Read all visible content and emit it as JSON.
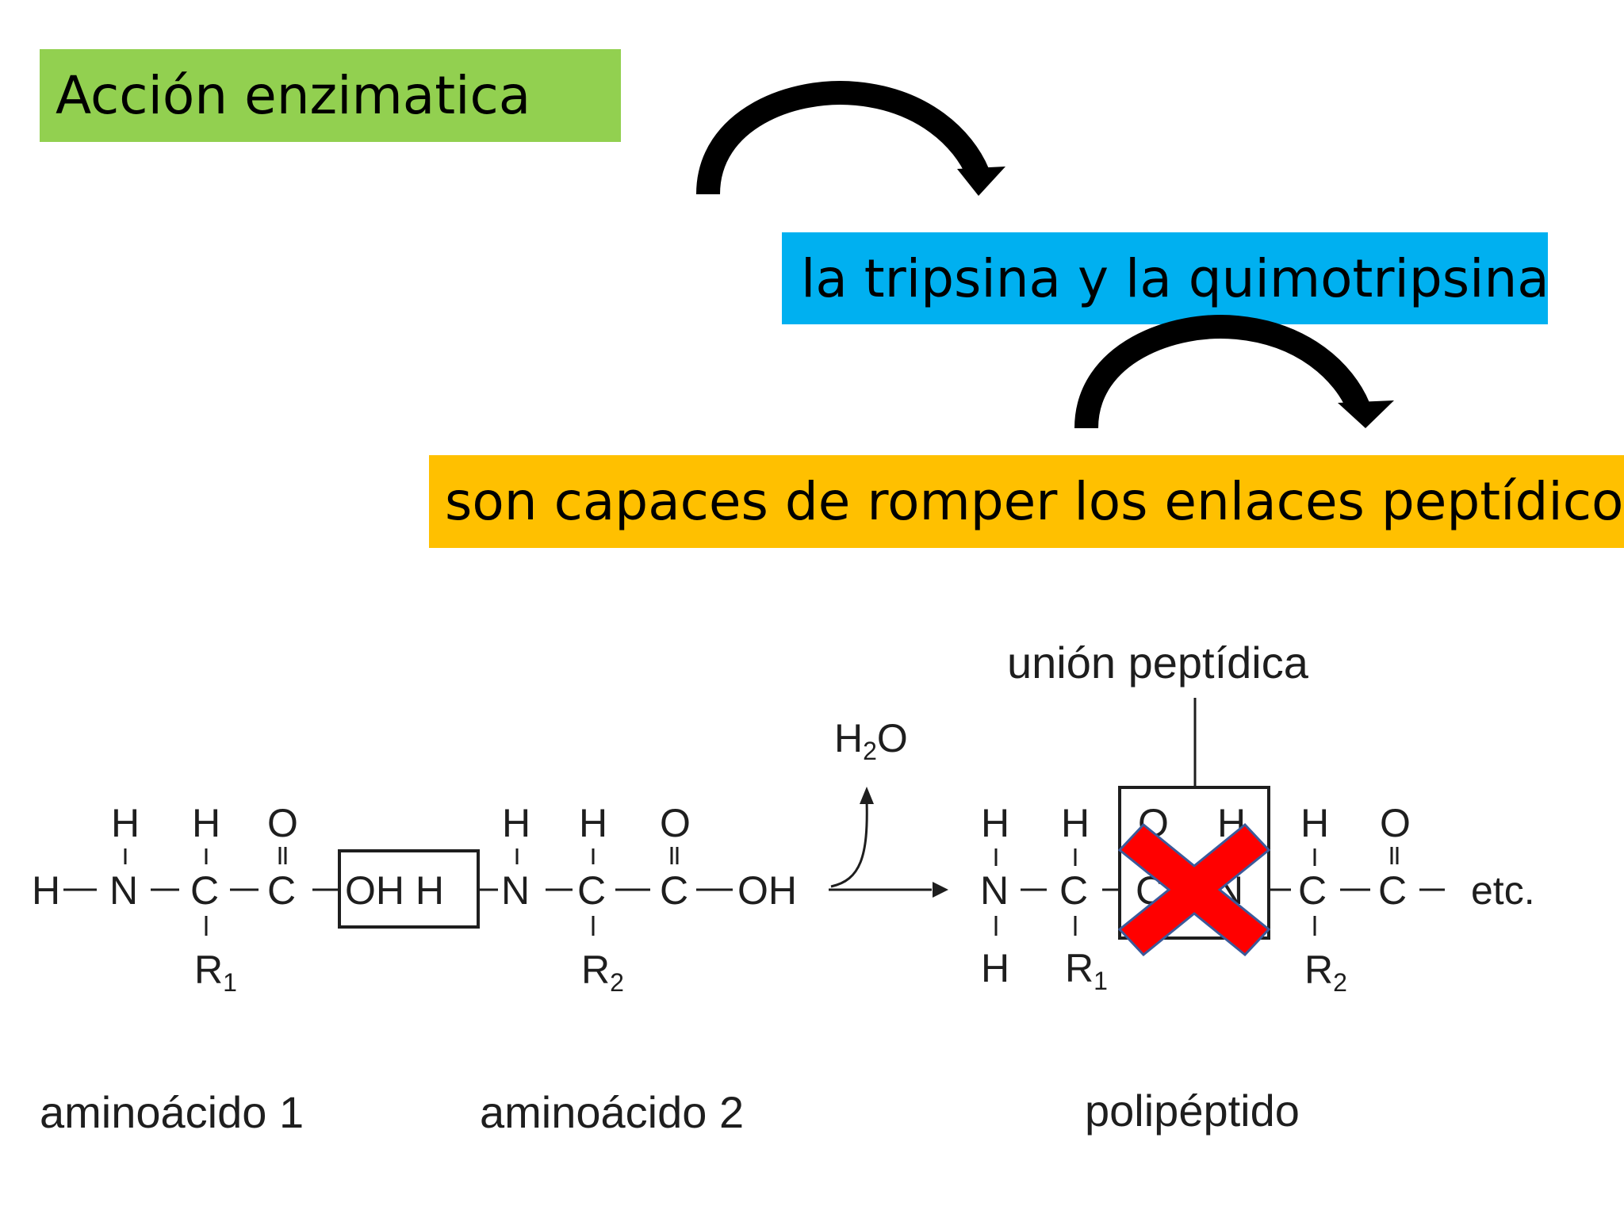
{
  "title": "Acción enzimatica",
  "enzymes": "la tripsina y la quimotripsina",
  "action": "son capaces de romper los enlaces peptídicos",
  "reaction": {
    "water": "H2O",
    "bond_label": "unión  peptídica",
    "amino_acid_1": "aminoácido  1",
    "amino_acid_2": "aminoácido  2",
    "polypeptide": "polipéptido",
    "removed_group": "OH  H",
    "continuation": "etc."
  },
  "colors": {
    "title_bg": "#92d050",
    "enzymes_bg": "#00b0f0",
    "action_bg": "#ffc000",
    "cross": "#ff0000"
  },
  "icons": [
    "curved-arrow-icon",
    "curved-arrow-icon",
    "reaction-arrow-icon",
    "red-cross-icon"
  ]
}
